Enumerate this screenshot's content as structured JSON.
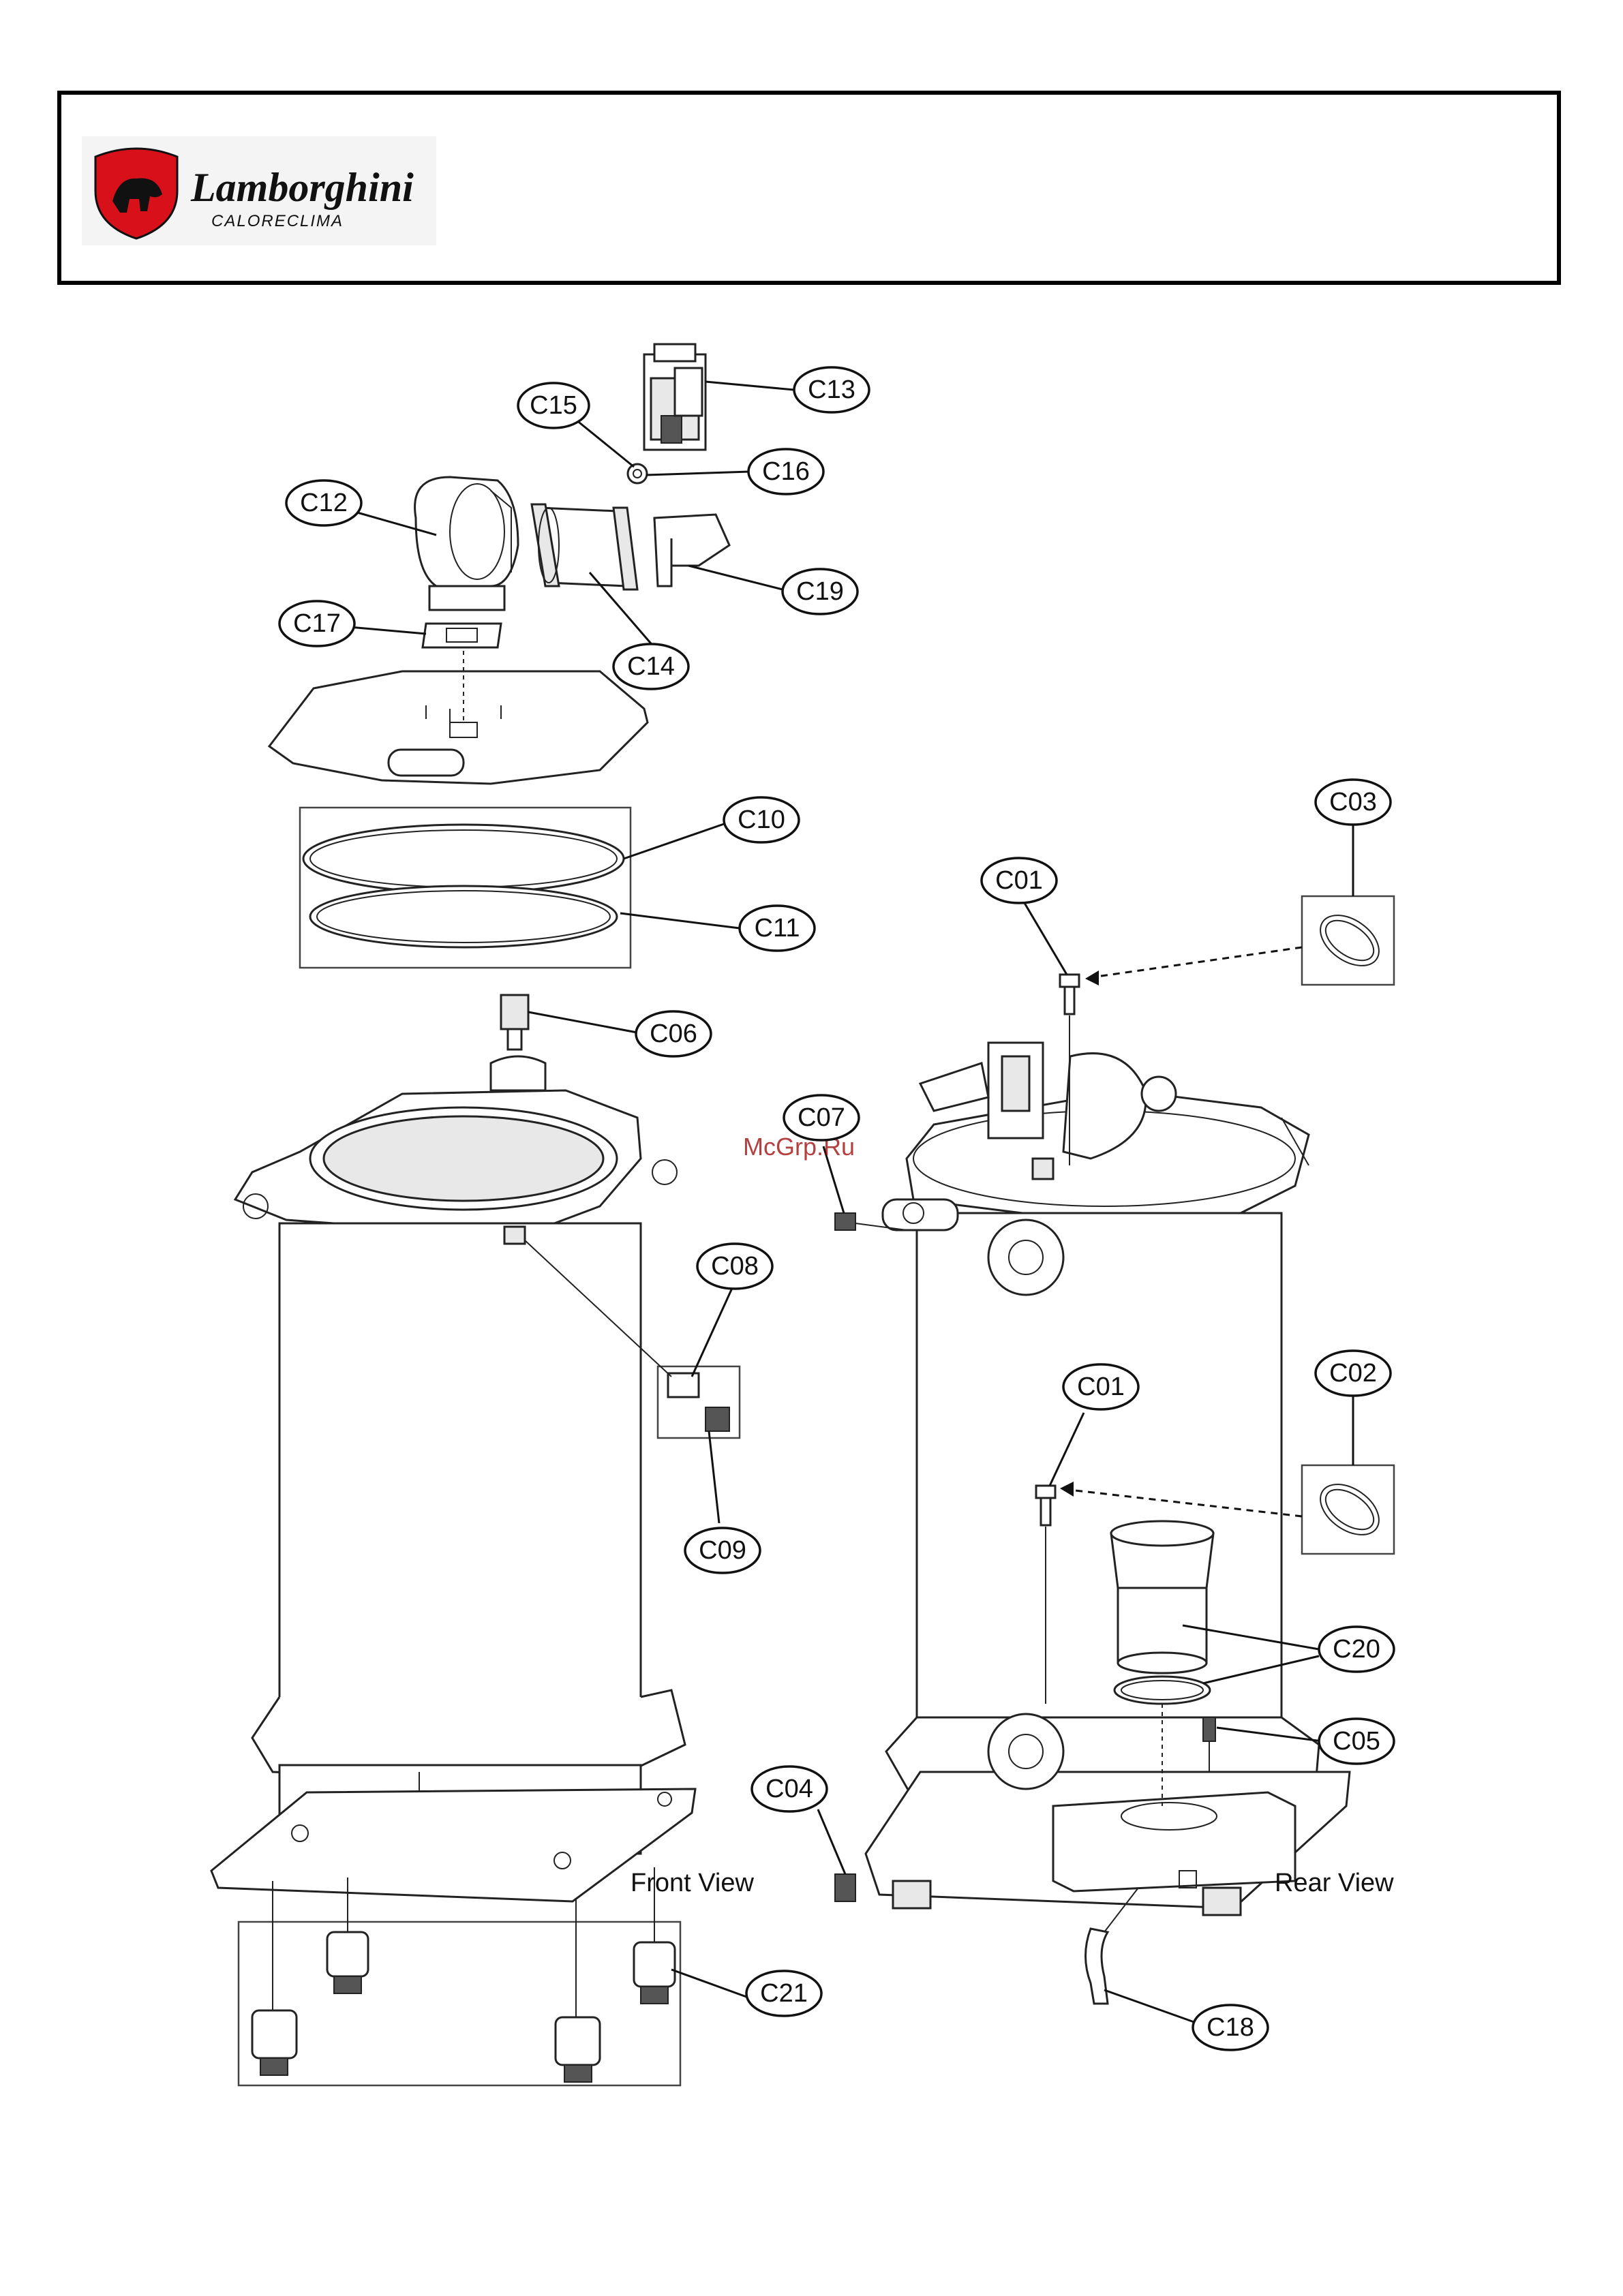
{
  "brand": {
    "name": "Lamborghini",
    "sub": "CALORECLIMA",
    "shield_color": "#d8101a"
  },
  "watermark": "McGrp.Ru",
  "views": {
    "front": "Front View",
    "rear": "Rear View"
  },
  "callouts": [
    {
      "id": "c13",
      "label": "C13"
    },
    {
      "id": "c15",
      "label": "C15"
    },
    {
      "id": "c16",
      "label": "C16"
    },
    {
      "id": "c12",
      "label": "C12"
    },
    {
      "id": "c19",
      "label": "C19"
    },
    {
      "id": "c17",
      "label": "C17"
    },
    {
      "id": "c14",
      "label": "C14"
    },
    {
      "id": "c10",
      "label": "C10"
    },
    {
      "id": "c11",
      "label": "C11"
    },
    {
      "id": "c03",
      "label": "C03"
    },
    {
      "id": "c01a",
      "label": "C01"
    },
    {
      "id": "c06",
      "label": "C06"
    },
    {
      "id": "c07",
      "label": "C07"
    },
    {
      "id": "c08",
      "label": "C08"
    },
    {
      "id": "c09",
      "label": "C09"
    },
    {
      "id": "c02",
      "label": "C02"
    },
    {
      "id": "c01b",
      "label": "C01"
    },
    {
      "id": "c20",
      "label": "C20"
    },
    {
      "id": "c05",
      "label": "C05"
    },
    {
      "id": "c04",
      "label": "C04"
    },
    {
      "id": "c21",
      "label": "C21"
    },
    {
      "id": "c18",
      "label": "C18"
    }
  ]
}
